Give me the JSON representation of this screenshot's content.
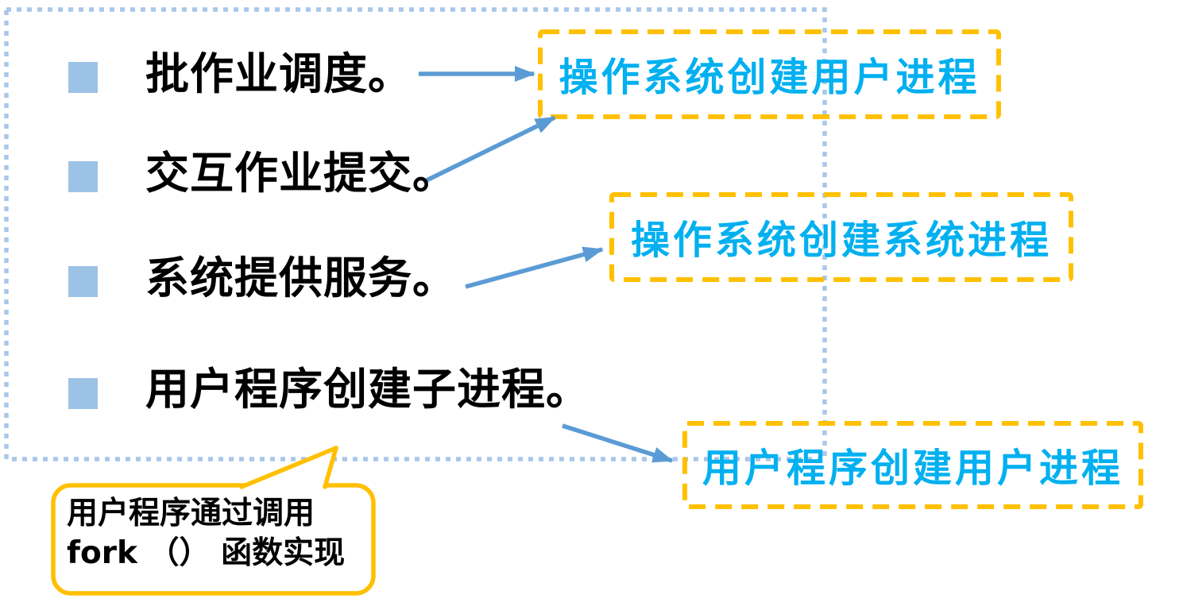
{
  "bullets": [
    {
      "label": "批作业调度。"
    },
    {
      "label": "交互作业提交。"
    },
    {
      "label": "系统提供服务。"
    },
    {
      "label": "用户程序创建子进程。"
    }
  ],
  "boxes": [
    {
      "label": "操作系统创建用户进程"
    },
    {
      "label": "操作系统创建系统进程"
    },
    {
      "label": "用户程序创建用户进程"
    }
  ],
  "callout": {
    "line1": "用户程序通过调用",
    "line2": "fork （） 函数实现"
  },
  "colors": {
    "orange_dashed_border": "#FFC000",
    "cyan_box_text": "#00B0F0",
    "arrow_blue": "#5B9BD5",
    "dotted_border_blue": "#A8C7EA",
    "bullet_square_blue": "#9CC3E6",
    "body_text": "#000000"
  }
}
